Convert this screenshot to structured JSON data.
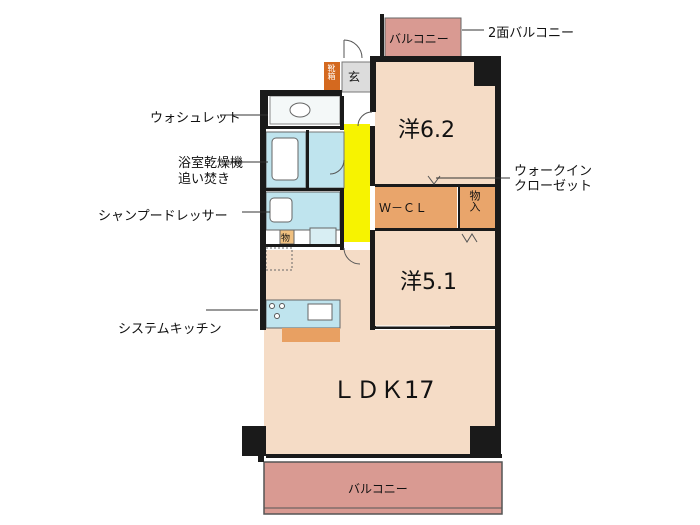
{
  "rooms": {
    "western_room_1": "洋6.2",
    "western_room_2": "洋5.1",
    "ldk": "ＬＤＫ17",
    "walk_in_closet": "Ｗ－ＣＬ",
    "storage": "物入",
    "balcony_top": "バルコニー",
    "balcony_bottom": "バルコニー",
    "entrance": "玄",
    "shoe_cupboard": "靴箱",
    "small_storage": "物"
  },
  "callouts": {
    "two_side_balcony": "2面バルコニー",
    "washlet": "ウォシュレット",
    "bath_dryer_line1": "浴室乾燥機",
    "bath_dryer_line2": "追い焚き",
    "shampoo_dresser": "シャンプードレッサー",
    "walk_in_closet_line1": "ウォークイン",
    "walk_in_closet_line2": "クローゼット",
    "system_kitchen": "システムキッチン"
  },
  "colors": {
    "wall": "#1a1a1a",
    "room_fill": "#f5dcc6",
    "balcony_fill": "#d99a92",
    "corridor": "#f7f300",
    "wet_area": "#bfe4ee",
    "closet_fill": "#e9a56b",
    "shoe_box": "#d4691f",
    "entrance_fill": "#dcdcdc"
  }
}
